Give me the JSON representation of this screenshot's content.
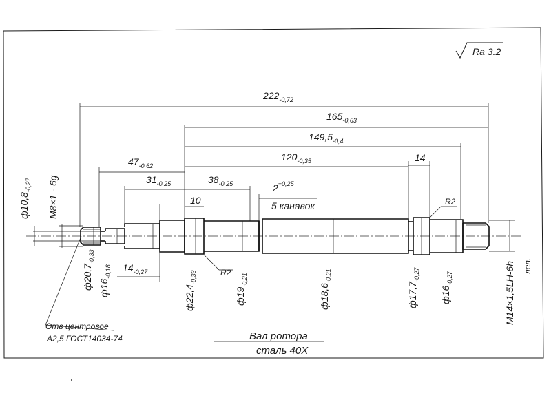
{
  "roughness": "Ra 3.2",
  "dimensions": {
    "len_222": "222",
    "tol_222": "-0,72",
    "len_165": "165",
    "tol_165": "-0,63",
    "len_149": "149,5",
    "tol_149": "-0,4",
    "len_120": "120",
    "tol_120": "-0,35",
    "len_14a": "14",
    "len_47": "47",
    "tol_47": "-0,62",
    "len_31": "31",
    "tol_31": "-0,25",
    "len_38": "38",
    "tol_38": "-0,25",
    "groove_w": "2",
    "tol_groove": "+0,25",
    "grooves": "5 канавок",
    "len_10": "10",
    "len_14b": "14",
    "tol_14b": "-0,27",
    "r2_left": "R2",
    "r2_right": "R2"
  },
  "diameters": {
    "d108": "ф10,8",
    "tol_d108": "-0,27",
    "thread_left": "M8×1 - 6g",
    "d207": "ф20,7",
    "tol_d207": "-0,33",
    "d16a": "ф16",
    "tol_d16a": "-0,18",
    "d224": "ф22,4",
    "tol_d224": "-0,33",
    "d19": "ф19",
    "tol_d19": "-0,21",
    "d186": "ф18,6",
    "tol_d186": "-0,21",
    "d177": "ф17,7",
    "tol_d177": "-0,27",
    "d16b": "ф16",
    "tol_d16b": "-0,27",
    "thread_right": "M14×1,5LH-6h",
    "thread_dir": "лев."
  },
  "notes": {
    "center_hole_1": "Отв центровое",
    "center_hole_2": "А2,5 ГОСТ14034-74"
  },
  "title_block": {
    "name": "Вал ротора",
    "material": "сталь 40Х"
  }
}
